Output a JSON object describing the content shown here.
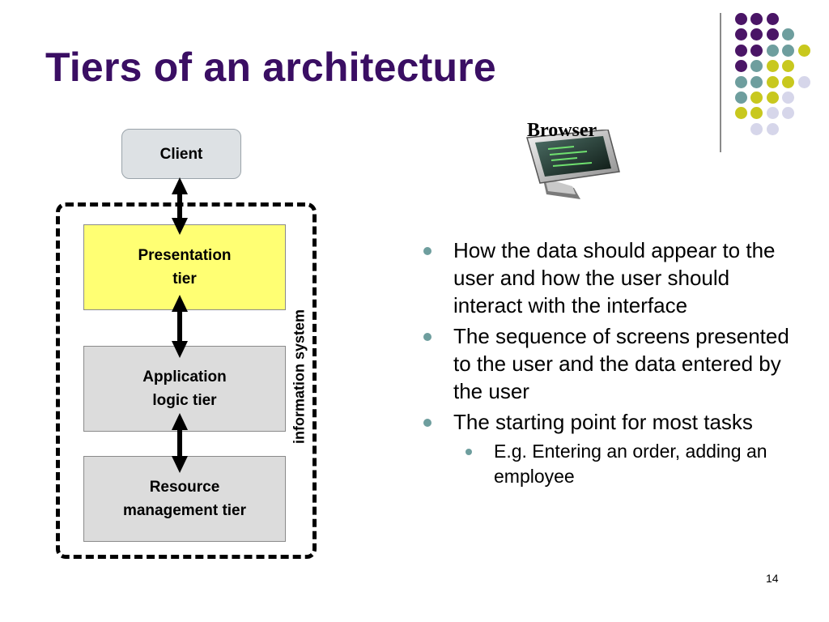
{
  "slide": {
    "title": "Tiers of an architecture",
    "page_number": "14"
  },
  "diagram": {
    "client": "Client",
    "presentation": "Presentation\ntier",
    "application": "Application\nlogic tier",
    "resource": "Resource\nmanagement tier",
    "system_label": "information system"
  },
  "browser": {
    "label": "Browser",
    "icon": "monitor-icon"
  },
  "bullets": [
    {
      "text": "How the data should appear to the user and how the user should interact with the interface"
    },
    {
      "text": "The sequence of screens presented to the user and the data entered by the user"
    },
    {
      "text": "The starting point for most tasks"
    }
  ],
  "sub_bullets": [
    {
      "text": "E.g. Entering an order, adding an employee"
    }
  ],
  "colors": {
    "title": "#3a0e63",
    "presentation_fill": "#ffff73",
    "tier_fill": "#dcdcdc",
    "dot_purple": "#4a1566",
    "dot_teal": "#6e9e9e",
    "dot_olive": "#c8c81e",
    "dot_lavender": "#d6d6ea"
  }
}
